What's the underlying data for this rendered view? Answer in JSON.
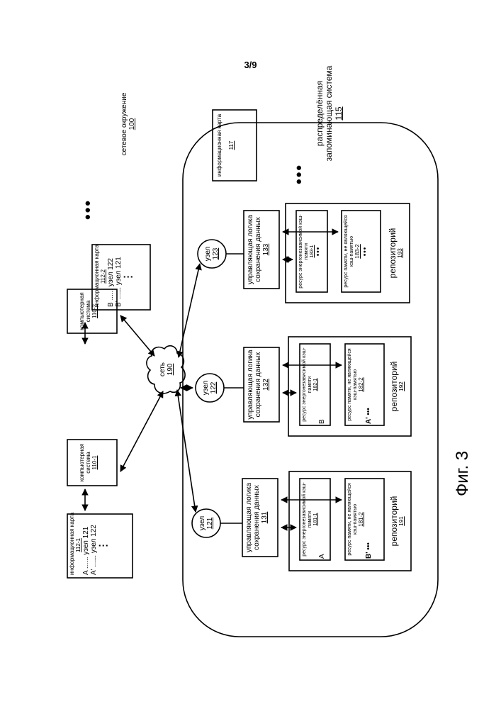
{
  "page_number": "3/9",
  "figure_caption": "Фиг. 3",
  "network_env": {
    "label": "сетевое окружение",
    "ref": "100"
  },
  "network": {
    "label": "сеть",
    "ref": "190"
  },
  "ellipsis": "•••",
  "computers": [
    {
      "label": "компьютерная система",
      "ref": "110-1"
    },
    {
      "label": "компьютерная система",
      "ref": "110-2"
    }
  ],
  "info_maps": [
    {
      "label": "информационная карта",
      "ref": "112-1",
      "rows": [
        {
          "key": "A",
          "value": "узел 121"
        },
        {
          "key": "A'",
          "value": "узел 122"
        }
      ],
      "dots": "⋮"
    },
    {
      "label": "информационная карта",
      "ref": "112-2",
      "rows": [
        {
          "key": "B",
          "value": "узел 122"
        },
        {
          "key": "B'",
          "value": "узел 121"
        }
      ],
      "dots": "⋮"
    }
  ],
  "storage_system": {
    "label": "распределённая запоминающая система",
    "ref": "115",
    "info_map": {
      "label": "информационная карта",
      "ref": "117"
    },
    "nodes": [
      {
        "label": "узел",
        "ref": "121",
        "logic": {
          "label": "управляющая логика сохранения данных",
          "ref": "131"
        },
        "repo": {
          "label": "репозиторий",
          "ref": "191"
        },
        "cache": {
          "label": "ресурс энергонезависимой кэш-памяти",
          "ref": "181-1",
          "item": "A"
        },
        "noncache": {
          "label": "ресурс памяти, не являющейся кэш-памятью",
          "ref": "181-2",
          "item": "B'"
        }
      },
      {
        "label": "узел",
        "ref": "122",
        "logic": {
          "label": "управляющая логика сохранения данных",
          "ref": "132"
        },
        "repo": {
          "label": "репозиторий",
          "ref": "192"
        },
        "cache": {
          "label": "ресурс энергонезависимой кэш-памяти",
          "ref": "182-1",
          "item": "B"
        },
        "noncache": {
          "label": "ресурс памяти, не являющейся кэш-памятью",
          "ref": "182-2",
          "item": "A'"
        }
      },
      {
        "label": "узел",
        "ref": "123",
        "logic": {
          "label": "управляющая логика сохранения данных",
          "ref": "133"
        },
        "repo": {
          "label": "репозиторий",
          "ref": "193"
        },
        "cache": {
          "label": "ресурс энергонезависимой кэш-памяти",
          "ref": "183-1",
          "item": ""
        },
        "noncache": {
          "label": "ресурс памяти, не являющейся кэш-памятью",
          "ref": "183-2",
          "item": ""
        }
      }
    ]
  }
}
